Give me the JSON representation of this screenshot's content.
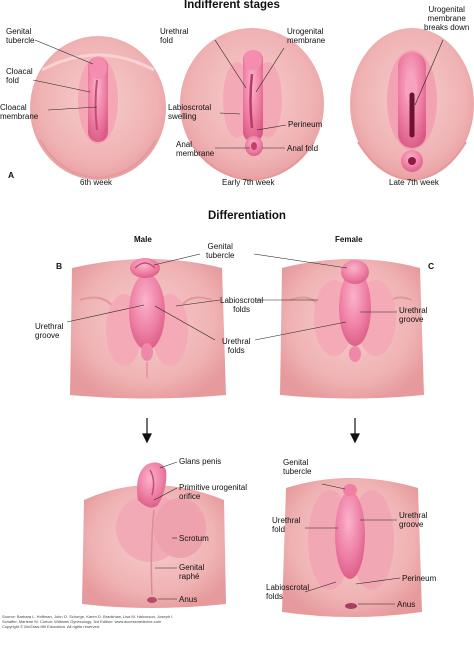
{
  "headings": {
    "indifferent": "Indifferent stages",
    "differentiation": "Differentiation",
    "male": "Male",
    "female": "Female"
  },
  "panels": {
    "a": "A",
    "b": "B",
    "c": "C"
  },
  "captions": {
    "week6": "6th week",
    "early7": "Early 7th week",
    "late7": "Late 7th week"
  },
  "labels": {
    "genital_tubercle_a": "Genital\ntubercle",
    "cloacal_fold": "Cloacal\nfold",
    "cloacal_membrane": "Cloacal\nmembrane",
    "urethral_fold_a": "Urethral\nfold",
    "urogenital_membrane": "Urogenital\nmembrane",
    "labioscrotal_swelling": "Labioscrotal\nswelling",
    "perineum_a": "Perineum",
    "anal_membrane": "Anal\nmembrane",
    "anal_fold": "Anal fold",
    "urogenital_membrane_breaks": "Urogenital\nmembrane\nbreaks down",
    "genital_tubercle_mid": "Genital\ntubercle",
    "labioscrotal_folds_mid": "Labioscrotal\nfolds",
    "urethral_groove_b": "Urethral\ngroove",
    "urethral_folds_mid": "Urethral\nfolds",
    "urethral_groove_c": "Urethral\ngroove",
    "glans_penis": "Glans penis",
    "primitive_orifice": "Primitive urogenital\norifice",
    "scrotum": "Scrotum",
    "genital_raphe": "Genital\nraphé",
    "anus_m": "Anus",
    "genital_tubercle_f": "Genital\ntubercle",
    "urethral_fold_f": "Urethral\nfold",
    "urethral_groove_f": "Urethral\ngroove",
    "perineum_f": "Perineum",
    "labioscrotal_folds_f": "Labioscrotal\nfolds",
    "anus_f": "Anus"
  },
  "credit": "Source: Barbara L. Hoffman, John O. Schorge, Karen D. Bradshaw, Lisa M. Halvorson, Joseph I.\nSchaffer, Marlene M. Corton: Williams Gynecology, 3rd Edition: www.accessmedicine.com\nCopyright © McGraw-Hill Education. All rights reserved.",
  "colors": {
    "skin": "#f1b7b7",
    "skin_shadow": "#e79d9f",
    "tissue": "#ef7fa3",
    "tissue_dark": "#d94f7e",
    "slit": "#7a1838"
  }
}
